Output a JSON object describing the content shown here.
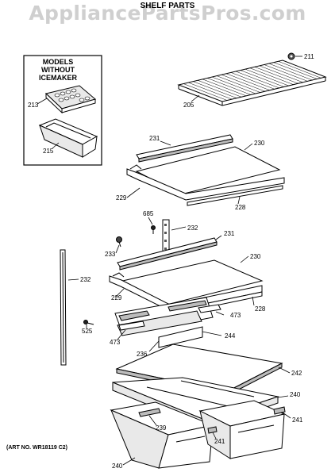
{
  "watermark": "AppliancePartsPros.com",
  "title": "SHELF PARTS",
  "box_title_line1": "MODELS WITHOUT",
  "box_title_line2": "ICEMAKER",
  "art_number": "(ART NO. WR18119 C2)",
  "callouts": {
    "p211": "211",
    "p205": "205",
    "p213": "213",
    "p215": "215",
    "p231a": "231",
    "p230a": "230",
    "p229a": "229",
    "p228a": "228",
    "p685": "685",
    "p232a": "232",
    "p233": "233",
    "p231b": "231",
    "p230b": "230",
    "p232b": "232",
    "p229b": "229",
    "p228b": "228",
    "p473a": "473",
    "p525": "525",
    "p473b": "473",
    "p244": "244",
    "p236": "236",
    "p242": "242",
    "p240a": "240",
    "p241a": "241",
    "p239": "239",
    "p241b": "241",
    "p240b": "240"
  }
}
